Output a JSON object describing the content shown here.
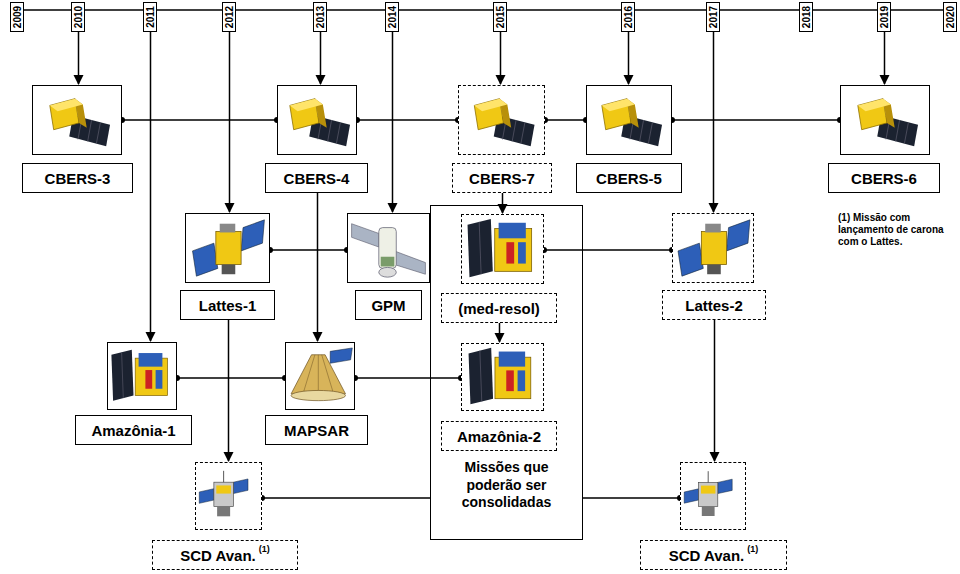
{
  "diagram": {
    "nodes": [
      {
        "text": [
          "2009"
        ]
      },
      {
        "text": [
          "2010"
        ]
      },
      {
        "text": [
          "2011"
        ]
      },
      {
        "text": [
          "2012"
        ]
      },
      {
        "text": [
          "2013"
        ]
      },
      {
        "text": [
          "2014"
        ]
      },
      {
        "text": [
          "2015"
        ]
      },
      {
        "text": [
          "2016"
        ]
      },
      {
        "text": [
          "2017"
        ]
      },
      {
        "text": [
          "2018"
        ]
      },
      {
        "text": [
          "2019"
        ]
      },
      {
        "text": [
          "2020"
        ]
      },
      {
        "text": [
          "CBERS-3"
        ]
      },
      {
        "text": [
          "CBERS-4"
        ]
      },
      {
        "text": [
          "CBERS-7"
        ]
      },
      {
        "text": [
          "CBERS-5"
        ]
      },
      {
        "text": [
          "CBERS-6"
        ]
      },
      {
        "text": [
          "Lattes-1"
        ]
      },
      {
        "text": [
          "GPM"
        ]
      },
      {
        "text": [
          "Missões que poderão ser consolidadas"
        ]
      },
      {
        "text": [
          "(med-resol)"
        ],
        "in": 19
      },
      {
        "text": [
          "Amazônia-2"
        ],
        "in": 19
      },
      {
        "text": [
          "Lattes-2"
        ]
      },
      {
        "text": [
          "Amazônia-1"
        ]
      },
      {
        "text": [
          "MAPSAR"
        ]
      },
      {
        "text": [
          "SCD Avan.",
          "(1)"
        ]
      },
      {
        "text": [
          "SCD Avan.",
          "(1)"
        ]
      }
    ],
    "edges": [
      {
        "from": 0,
        "to": 1,
        "arrow": "none"
      },
      {
        "from": 1,
        "to": 2,
        "arrow": "none"
      },
      {
        "from": 2,
        "to": 3,
        "arrow": "none"
      },
      {
        "from": 3,
        "to": 4,
        "arrow": "none"
      },
      {
        "from": 4,
        "to": 5,
        "arrow": "none"
      },
      {
        "from": 5,
        "to": 6,
        "arrow": "none"
      },
      {
        "from": 6,
        "to": 7,
        "arrow": "none"
      },
      {
        "from": 7,
        "to": 8,
        "arrow": "none"
      },
      {
        "from": 8,
        "to": 9,
        "arrow": "none"
      },
      {
        "from": 9,
        "to": 10,
        "arrow": "none"
      },
      {
        "from": 10,
        "to": 11,
        "arrow": "none"
      },
      {
        "from": 1,
        "to": 12,
        "arrow": "to"
      },
      {
        "from": 2,
        "to": 23,
        "arrow": "to"
      },
      {
        "from": 3,
        "to": 17,
        "arrow": "to"
      },
      {
        "from": 4,
        "to": 13,
        "arrow": "to"
      },
      {
        "from": 5,
        "to": 18,
        "arrow": "to"
      },
      {
        "from": 6,
        "to": 14,
        "arrow": "to"
      },
      {
        "from": 7,
        "to": 15,
        "arrow": "to"
      },
      {
        "from": 8,
        "to": 22,
        "arrow": "to"
      },
      {
        "from": 10,
        "to": 16,
        "arrow": "to"
      },
      {
        "from": 13,
        "to": 24,
        "arrow": "to"
      },
      {
        "from": 17,
        "to": 25,
        "arrow": "to"
      },
      {
        "from": 14,
        "to": 20,
        "arrow": "to"
      },
      {
        "from": 20,
        "to": 21,
        "arrow": "to"
      },
      {
        "from": 22,
        "to": 26,
        "arrow": "to"
      },
      {
        "from": 12,
        "to": 13,
        "arrow": "none"
      },
      {
        "from": 13,
        "to": 14,
        "arrow": "none"
      },
      {
        "from": 14,
        "to": 15,
        "arrow": "none"
      },
      {
        "from": 15,
        "to": 16,
        "arrow": "none"
      },
      {
        "from": 17,
        "to": 18,
        "arrow": "none"
      },
      {
        "from": 20,
        "to": 22,
        "arrow": "none"
      },
      {
        "from": 23,
        "to": 24,
        "arrow": "none"
      },
      {
        "from": 24,
        "to": 21,
        "arrow": "none"
      },
      {
        "from": 25,
        "to": 26,
        "arrow": "none"
      }
    ],
    "labels": [
      "(1) Missão com lançamento de carona com o Lattes."
    ]
  }
}
